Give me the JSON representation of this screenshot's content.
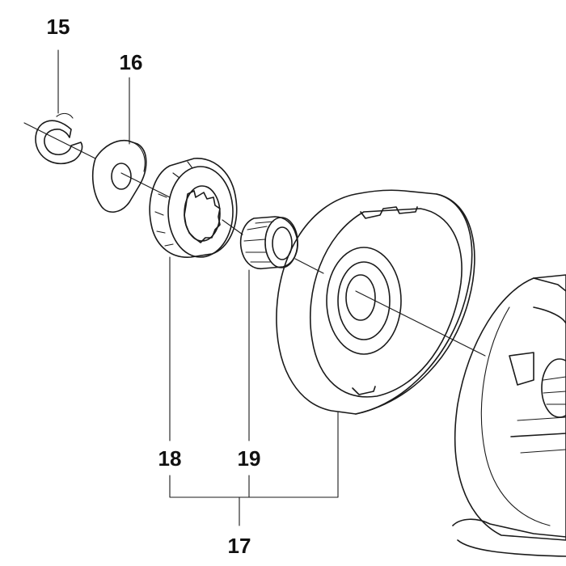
{
  "callouts": {
    "c15": "15",
    "c16": "16",
    "c17": "17",
    "c18": "18",
    "c19": "19"
  },
  "colors": {
    "highlight": "#ffef5a",
    "highlight_dark": "#e9d640",
    "outline": "#1a1a1a",
    "part_gray": "#f2f2f2"
  },
  "icons": {
    "part15": "circlip-icon",
    "part16": "washer-icon",
    "part18": "rim-sprocket-icon",
    "part19": "needle-bearing-icon",
    "part17": "clutch-drum-icon",
    "clutch": "clutch-assembly-icon"
  }
}
